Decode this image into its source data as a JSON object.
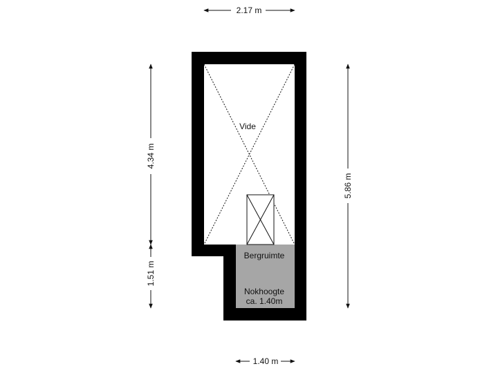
{
  "colors": {
    "wall": "#000000",
    "storage_fill": "#a6a6a6",
    "floor": "#ffffff",
    "line": "#111111"
  },
  "rooms": {
    "vide": {
      "label": "Vide"
    },
    "storage": {
      "label": "Bergruimte",
      "ridge_label": "Nokhoogte",
      "ridge_value": "ca. 1.40m"
    }
  },
  "dimensions": {
    "top_width": "2.17 m",
    "bottom_width": "1.40 m",
    "left_upper": "4.34 m",
    "left_lower": "1.51 m",
    "right_total": "5.86 m"
  }
}
